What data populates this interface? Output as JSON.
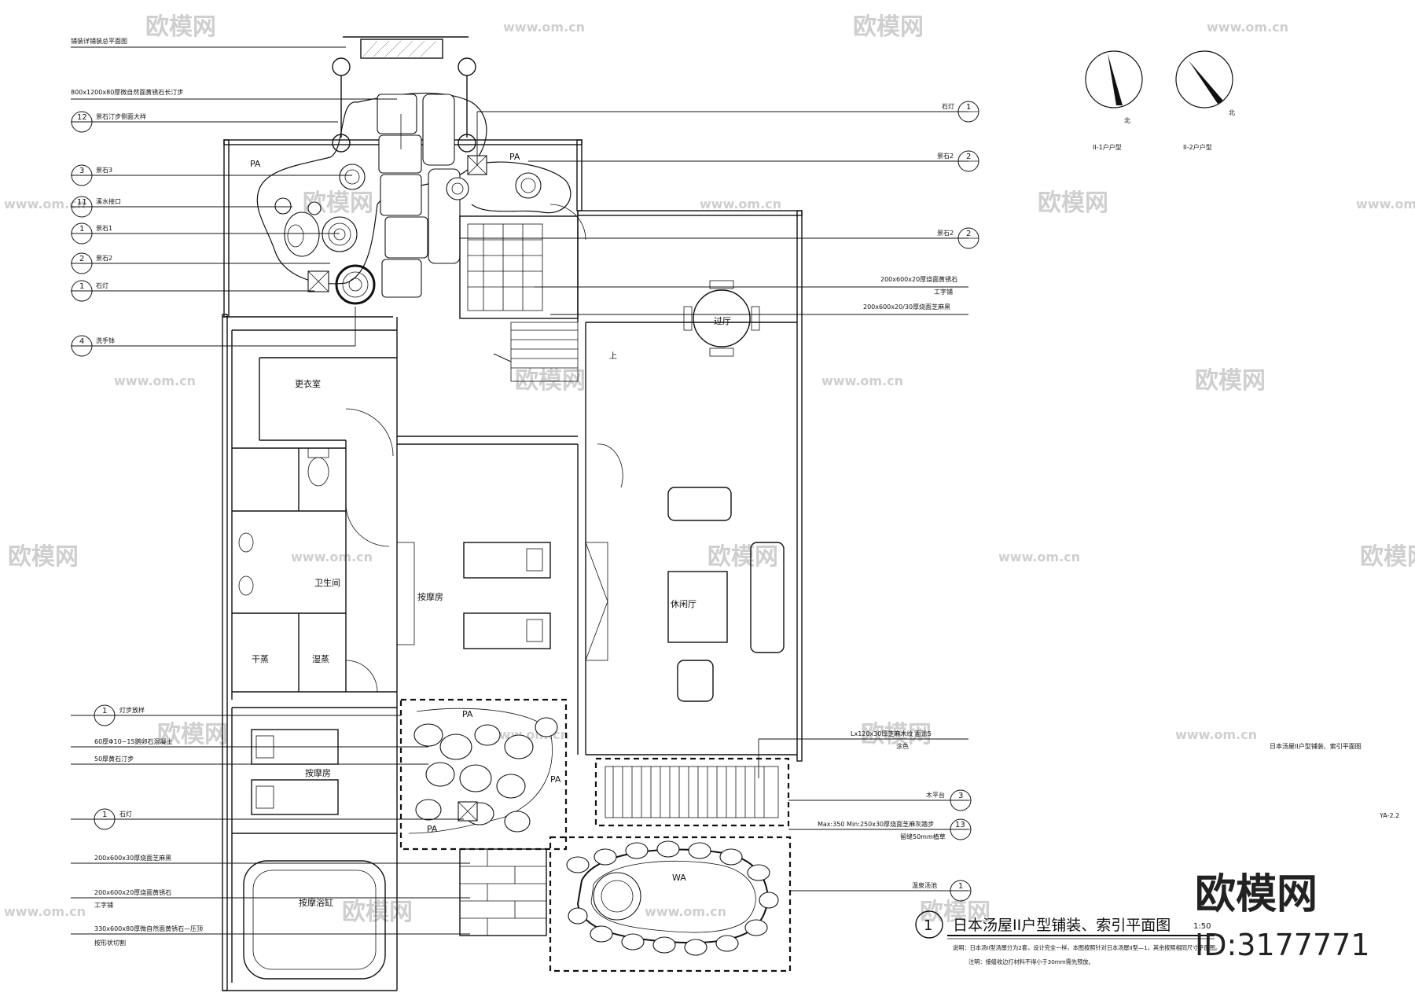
{
  "watermark": {
    "brand": "欧模网",
    "url": "www.om.cn"
  },
  "left_labels": [
    "铺装详铺装总平面图",
    "800x1200x80厚微自然面黄锈石长汀步",
    "景石汀步侧面大样",
    "景石3",
    "溪水接口",
    "景石1",
    "景石2",
    "石灯",
    "洗手钵",
    "灯步放样",
    "60厚Φ10~15鹅卵石混凝土",
    "50厚黄石汀步",
    "石灯",
    "200x600x30厚烧面芝麻黑",
    "200x600x20厚烧面黄锈石",
    "工字铺",
    "330x600x80厚微自然面黄锈石—压顶",
    "按形状切割"
  ],
  "left_index_numbers": [
    "12",
    "3",
    "11",
    "1",
    "2",
    "1",
    "4",
    "1",
    "1"
  ],
  "right_labels": [
    "石灯",
    "景石2",
    "景石2",
    "200x600x20厚烧面黄锈石",
    "工字铺",
    "200x600x20/30厚烧面芝麻黑",
    "Lx120x30厚芝麻木纹 面涂5",
    "涂色",
    "木平台",
    "Max:350  Min:250x30厚烧面芝麻灰踏步",
    "留缝50mm植草",
    "温泉汤池"
  ],
  "right_index_numbers": [
    "1",
    "2",
    "2",
    "3",
    "13",
    "1"
  ],
  "rooms": [
    "过厅",
    "更衣室",
    "卫生间",
    "按摩房",
    "休闲厅",
    "干蒸",
    "湿蒸",
    "按摩房",
    "按摩浴缸"
  ],
  "area_tags": [
    "PA",
    "PA",
    "PA",
    "PA",
    "PA",
    "WA"
  ],
  "stair_label": "上",
  "compass": [
    {
      "north": "北",
      "caption": "II-1户户型"
    },
    {
      "north": "北",
      "caption": "II-2户户型"
    }
  ],
  "side_caption": "日本汤屋II户型铺装、索引平面图",
  "sheet_code": "YA-2.2",
  "title": {
    "number": "1",
    "text": "日本汤屋II户型铺装、索引平面图",
    "scale": "1:50",
    "note_1": "说明：日本汤II型汤屋分为2套，设计完全一样，本图按照针对日本汤屋II型—1，其余按照相同尺寸平面图。",
    "note_2": "注明：接缝收边打材料不得小于30mm需先预放。"
  },
  "brand_mark": "欧模网",
  "id_mark": "ID:3177771"
}
